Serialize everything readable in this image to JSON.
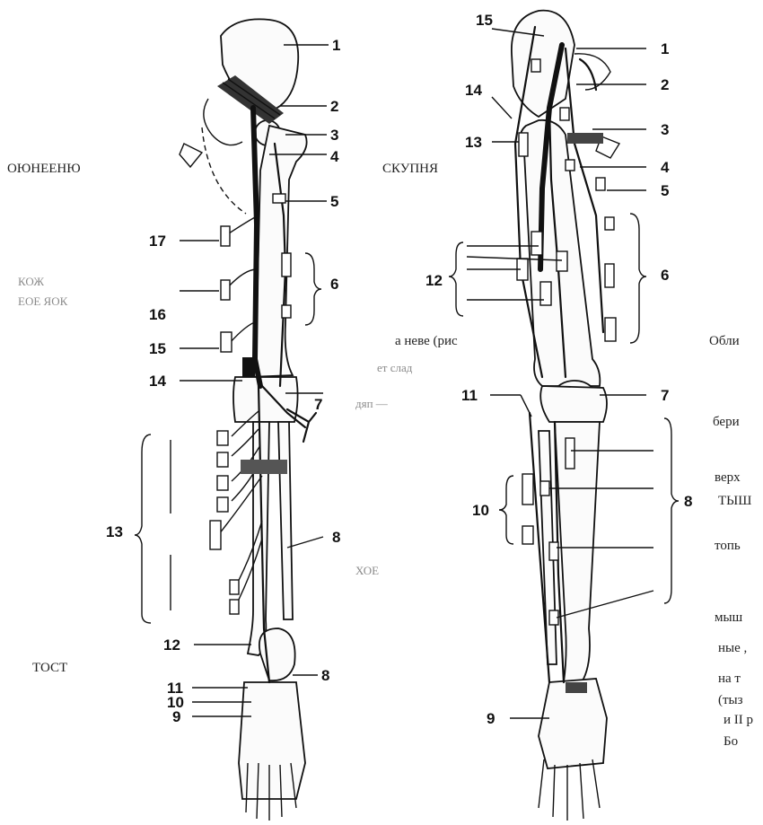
{
  "figure": {
    "left_limb_labels": {
      "l1": "1",
      "l2": "2",
      "l3": "3",
      "l4": "4",
      "l5": "5",
      "l6": "6",
      "l7": "7",
      "l8a": "8",
      "l8b": "8",
      "l9": "9",
      "l10": "10",
      "l11": "11",
      "l12": "12",
      "l13": "13",
      "l14": "14",
      "l15": "15",
      "l16": "16",
      "l17": "17"
    },
    "right_limb_labels": {
      "r1": "1",
      "r2": "2",
      "r3": "3",
      "r4": "4",
      "r5": "5",
      "r6": "6",
      "r7": "7",
      "r8": "8",
      "r9": "9",
      "r10": "10",
      "r11": "11",
      "r12": "12",
      "r13": "13",
      "r14": "14",
      "r15": "15"
    }
  },
  "bleed_through": {
    "left_margin": [
      "ОЮНЕЕНЮ",
      "КОЖ",
      "ЕОЕ ЯОК",
      "ТОСТ"
    ],
    "center": [
      "СКУПНЯ",
      "а неве (рис",
      "ет слад",
      "дяп — ",
      "ХОЕ"
    ],
    "right_margin": [
      "Обли",
      "бери",
      "верх",
      "ТЫШ",
      "топь",
      "мыш",
      "ные ,",
      "на т",
      "(тыз",
      "и II р",
      "Бо"
    ]
  }
}
